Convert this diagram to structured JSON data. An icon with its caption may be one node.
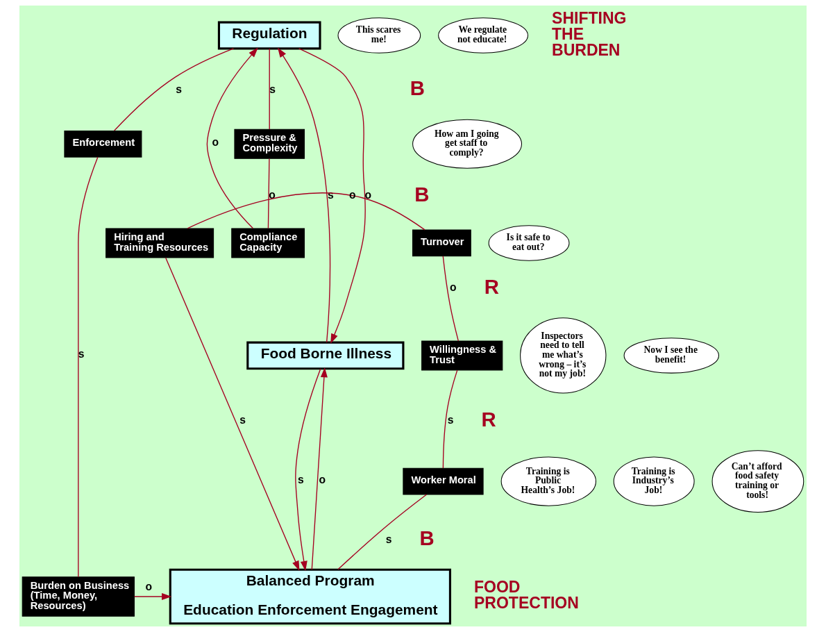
{
  "diagram": {
    "nodes": [
      {
        "text": [
          "Regulation"
        ]
      },
      {
        "text": [
          "Food Borne Illness"
        ]
      },
      {
        "text": [
          "Balanced Program",
          "Education Enforcement Engagement"
        ]
      },
      {
        "text": [
          "Pressure & Complexity"
        ]
      },
      {
        "text": [
          "Compliance Capacity"
        ]
      },
      {
        "text": [
          "Hiring and Training Resources"
        ]
      },
      {
        "text": [
          "Turnover"
        ]
      },
      {
        "text": [
          "Enforcement"
        ]
      },
      {
        "text": [
          "Willingness & Trust"
        ]
      },
      {
        "text": [
          "Worker Moral"
        ]
      },
      {
        "text": [
          "Burden on Business (Time, Money, Resources)"
        ]
      },
      {
        "text": [
          "This scares me!"
        ]
      },
      {
        "text": [
          "We regulate not educate!"
        ]
      },
      {
        "text": [
          "How am I going get staff to comply?"
        ]
      },
      {
        "text": [
          "Is it safe to eat out?"
        ]
      },
      {
        "text": [
          "Inspectors need to tell me what’s wrong – it’s not my job!"
        ]
      },
      {
        "text": [
          "Training is Public Health’s Job!"
        ]
      },
      {
        "text": [
          "Training is Industry’s Job!"
        ]
      },
      {
        "text": [
          "Now I see the benefit!"
        ]
      },
      {
        "text": [
          "Can’t afford food safety training or tools!"
        ]
      }
    ],
    "edges": [
      {
        "from": 0,
        "to": 1,
        "arrow": "to",
        "label": "o"
      },
      {
        "from": 1,
        "to": 0,
        "arrow": "to",
        "label": "s"
      },
      {
        "from": 4,
        "to": 0,
        "arrow": "to",
        "label": "o"
      },
      {
        "from": 0,
        "to": 3,
        "arrow": "none",
        "label": "s"
      },
      {
        "from": 3,
        "to": 4,
        "arrow": "none",
        "label": "o"
      },
      {
        "from": 2,
        "to": 1,
        "arrow": "to",
        "label": "o"
      },
      {
        "from": 1,
        "to": 2,
        "arrow": "to",
        "label": "s"
      },
      {
        "from": 5,
        "to": 2,
        "arrow": "to",
        "label": "s"
      },
      {
        "from": 5,
        "to": 6,
        "arrow": "none",
        "label": "o"
      },
      {
        "from": 6,
        "to": 8,
        "arrow": "none",
        "label": "o"
      },
      {
        "from": 8,
        "to": 9,
        "arrow": "none",
        "label": "s"
      },
      {
        "from": 9,
        "to": 2,
        "arrow": "none",
        "label": "s"
      },
      {
        "from": 0,
        "to": 7,
        "arrow": "none",
        "label": "s"
      },
      {
        "from": 7,
        "to": 10,
        "arrow": "none",
        "label": "s"
      },
      {
        "from": 10,
        "to": 2,
        "arrow": "to",
        "label": "o"
      }
    ],
    "labels": [
      "SHIFTING THE BURDEN",
      "B",
      "B",
      "R",
      "R",
      "B",
      "FOOD PROTECTION"
    ]
  }
}
